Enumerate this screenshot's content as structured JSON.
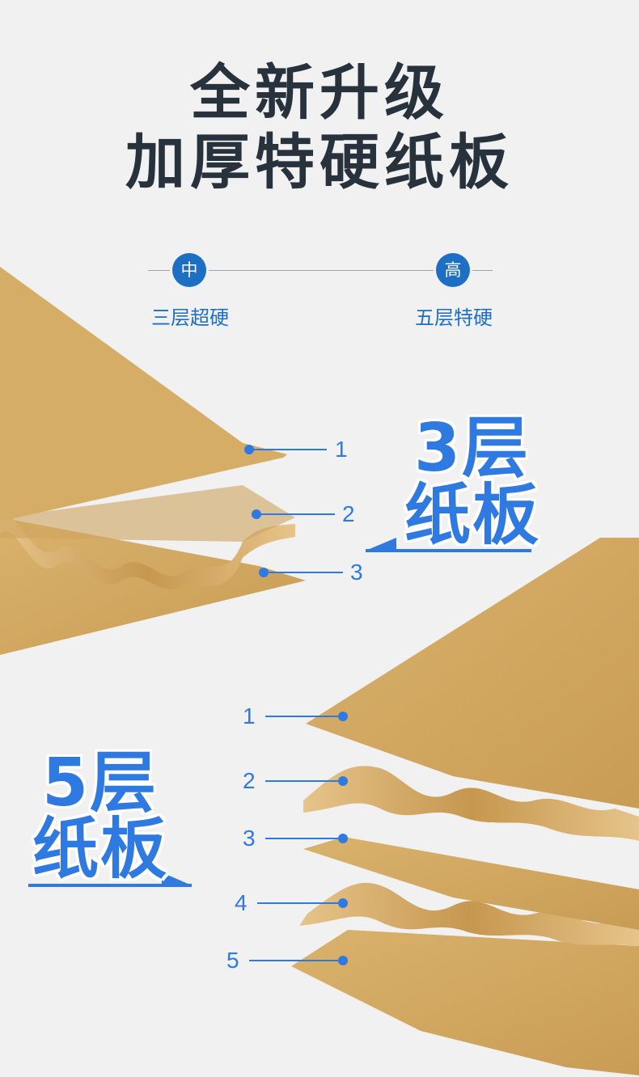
{
  "header": {
    "title_line1": "全新升级",
    "title_line2": "加厚特硬纸板"
  },
  "scale": {
    "low_badge": "中",
    "low_label": "三层超硬",
    "high_badge": "高",
    "high_label": "五层特硬"
  },
  "board3": {
    "label_line1": "3层",
    "label_line2": "纸板",
    "layers": [
      "1",
      "2",
      "3"
    ]
  },
  "board5": {
    "label_line1": "5层",
    "label_line2": "纸板",
    "layers": [
      "1",
      "2",
      "3",
      "4",
      "5"
    ]
  },
  "colors": {
    "accent": "#2f7ae0",
    "badge": "#1d6fc4",
    "title": "#27323d",
    "kraft": "#d8b06b"
  }
}
